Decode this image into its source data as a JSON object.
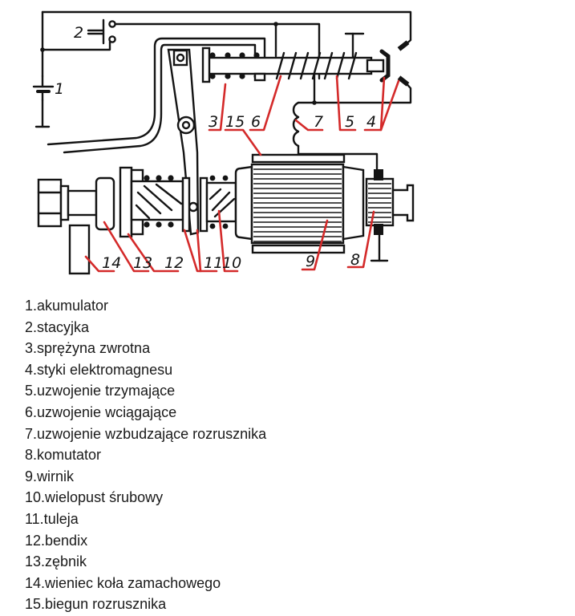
{
  "diagram": {
    "title": "Starter motor schematic",
    "label_color": "#d42a2a",
    "callouts": [
      {
        "id": "1",
        "text": "1"
      },
      {
        "id": "2",
        "text": "2"
      },
      {
        "id": "3",
        "text": "3"
      },
      {
        "id": "15",
        "text": "15"
      },
      {
        "id": "6",
        "text": "6"
      },
      {
        "id": "7",
        "text": "7"
      },
      {
        "id": "5",
        "text": "5"
      },
      {
        "id": "4",
        "text": "4"
      },
      {
        "id": "14",
        "text": "14"
      },
      {
        "id": "13",
        "text": "13"
      },
      {
        "id": "12",
        "text": "12"
      },
      {
        "id": "11",
        "text": "11"
      },
      {
        "id": "10",
        "text": "10"
      },
      {
        "id": "9",
        "text": "9"
      },
      {
        "id": "8",
        "text": "8"
      }
    ]
  },
  "legend": {
    "items": [
      {
        "number": "1",
        "text": "1.akumulator"
      },
      {
        "number": "2",
        "text": "2.stacyjka"
      },
      {
        "number": "3",
        "text": "3.sprężyna zwrotna"
      },
      {
        "number": "4",
        "text": "4.styki elektromagnesu"
      },
      {
        "number": "5",
        "text": "5.uzwojenie trzymające"
      },
      {
        "number": "6",
        "text": "6.uzwojenie wciągające"
      },
      {
        "number": "7",
        "text": "7.uzwojenie wzbudzające rozrusznika"
      },
      {
        "number": "8",
        "text": "8.komutator"
      },
      {
        "number": "9",
        "text": "9.wirnik"
      },
      {
        "number": "10",
        "text": "10.wielopust śrubowy"
      },
      {
        "number": "11",
        "text": "11.tuleja"
      },
      {
        "number": "12",
        "text": "12.bendix"
      },
      {
        "number": "13",
        "text": "13.zębnik"
      },
      {
        "number": "14",
        "text": "14.wieniec koła zamachowego"
      },
      {
        "number": "15",
        "text": "15.biegun rozrusznika"
      }
    ]
  }
}
